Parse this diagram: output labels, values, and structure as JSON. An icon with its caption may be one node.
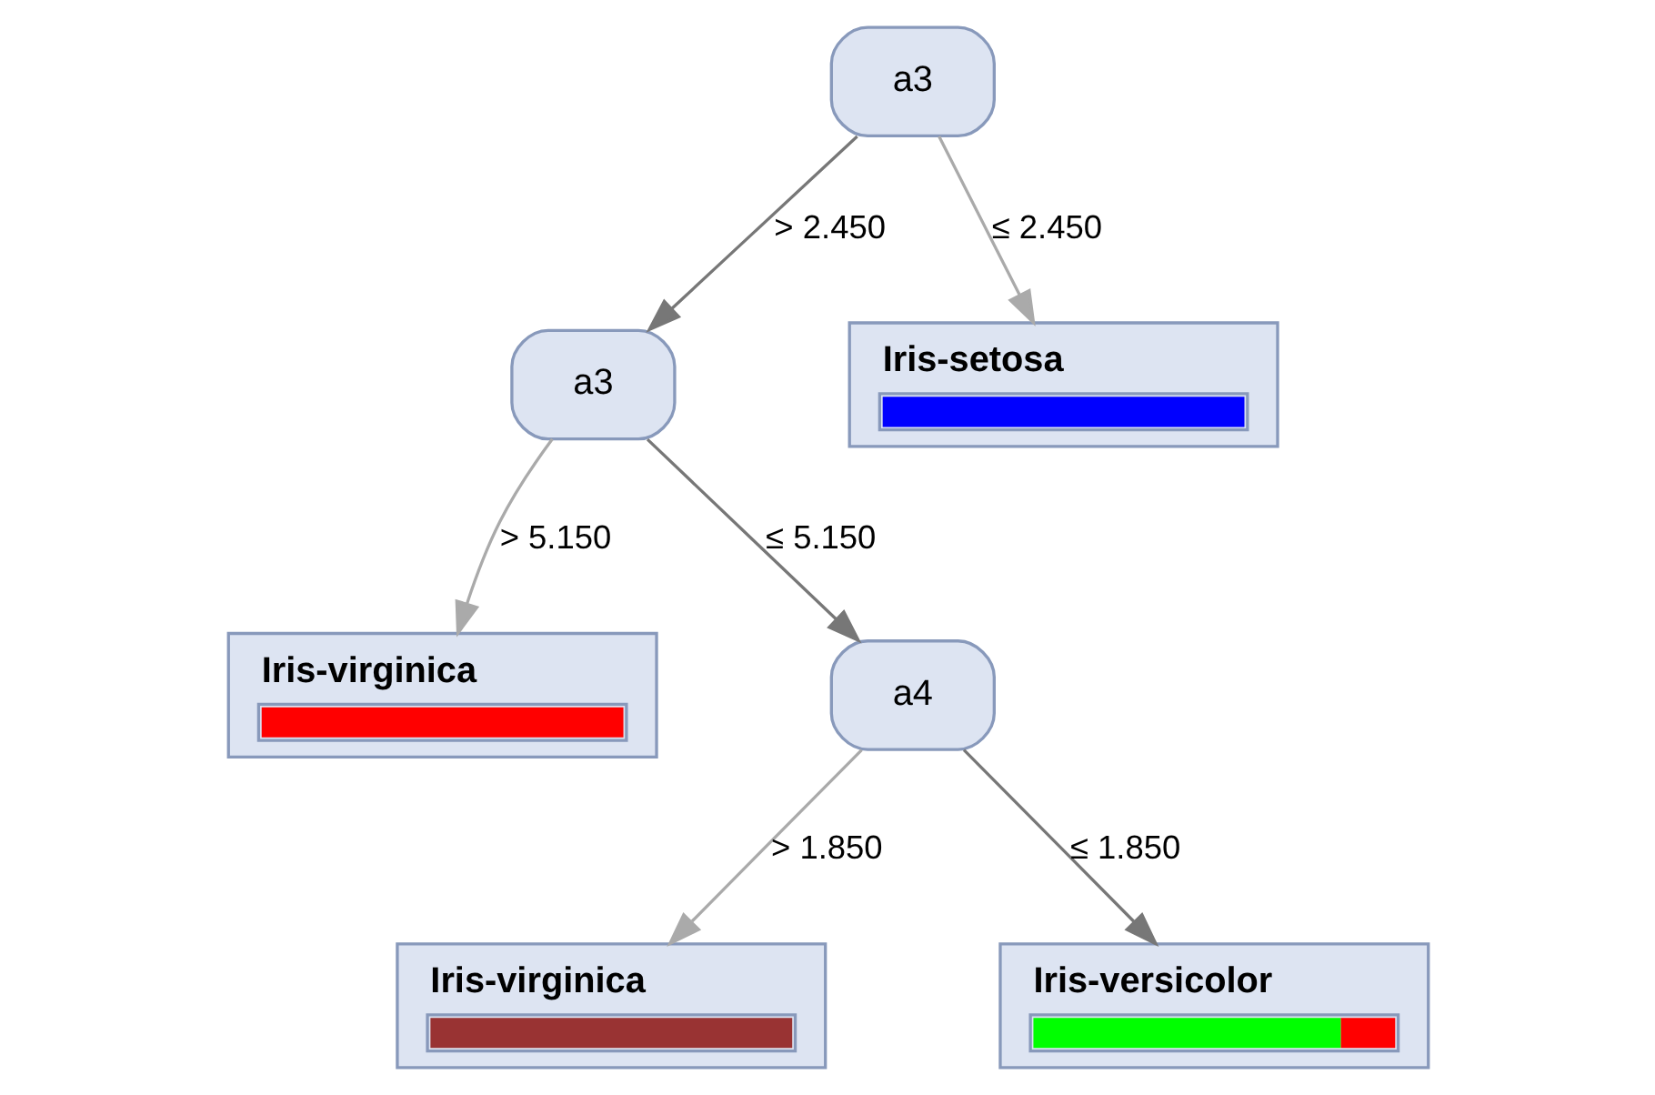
{
  "diagram": {
    "nodes": [
      {
        "text": [
          "a3"
        ]
      },
      {
        "text": [
          "a3"
        ]
      },
      {
        "text": [
          "Iris-setosa"
        ]
      },
      {
        "text": [
          "Iris-virginica"
        ]
      },
      {
        "text": [
          "a4"
        ]
      },
      {
        "text": [
          "Iris-virginica"
        ]
      },
      {
        "text": [
          "Iris-versicolor"
        ]
      }
    ],
    "edges": [
      {
        "from": 0,
        "to": 1,
        "arrow": "to",
        "label": "> 2.450",
        "color": "#777777"
      },
      {
        "from": 0,
        "to": 2,
        "arrow": "to",
        "label": "≤ 2.450"
      },
      {
        "from": 1,
        "to": 3,
        "arrow": "to",
        "label": "> 5.150"
      },
      {
        "from": 1,
        "to": 4,
        "arrow": "to",
        "label": "≤ 5.150",
        "color": "#777777"
      },
      {
        "from": 4,
        "to": 5,
        "arrow": "to",
        "label": "> 1.850"
      },
      {
        "from": 4,
        "to": 6,
        "arrow": "to",
        "label": "≤ 1.850",
        "color": "#777777"
      }
    ]
  }
}
